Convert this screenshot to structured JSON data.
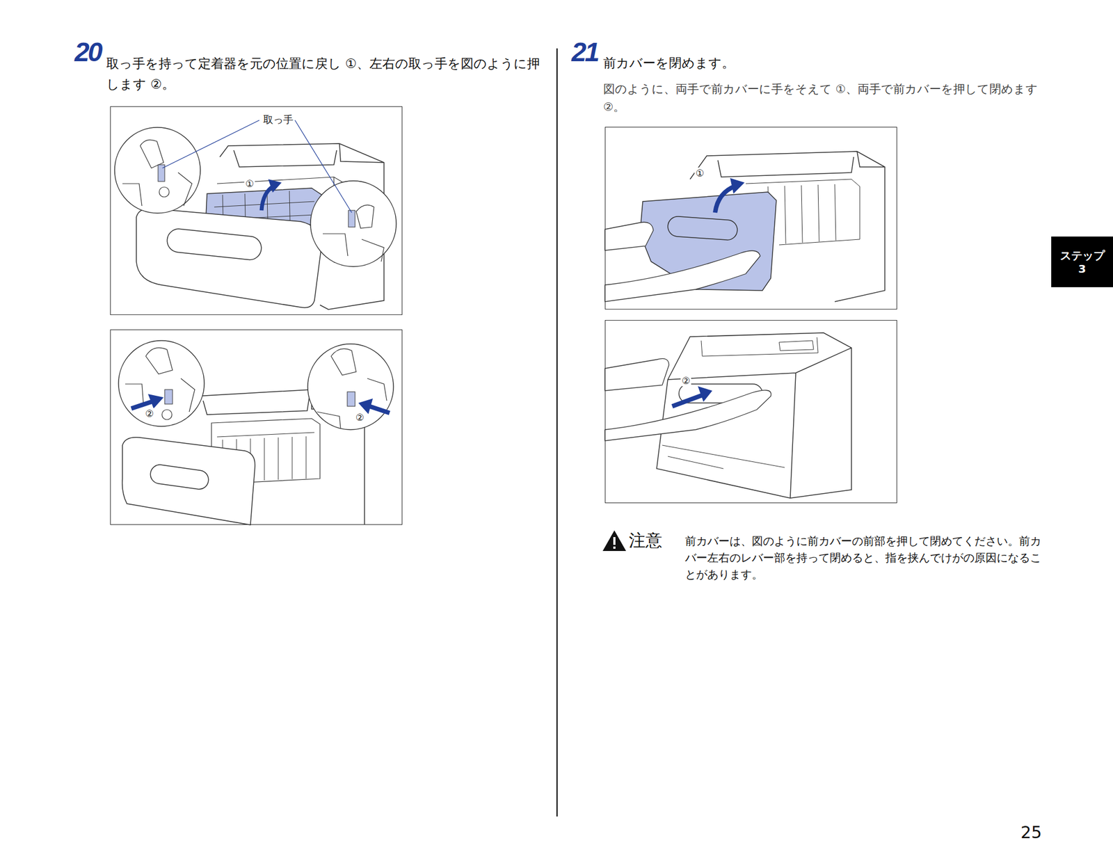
{
  "diagram": {
    "nodes": [
      {
        "text": [
          "取っ手",
          "①"
        ]
      },
      {
        "text": [
          "②",
          "②"
        ]
      },
      {
        "text": [
          "①"
        ]
      },
      {
        "text": [
          "②"
        ]
      },
      {
        "text": [
          "ステップ 3"
        ]
      }
    ],
    "labels": [
      "20",
      "取っ手を持って定着器を元の位置に戻し ①、左右の取っ手を図のように押します ②。",
      "21",
      "前カバーを閉めます。",
      "図のように、両手で前カバーに手をそえて ①、両手で前カバーを押して閉めます ②。",
      "注意",
      "前カバーは、図のように前カバーの前部を押して閉めてください。前カバー左右のレバー部を持って閉めると、指を挟んでけがの原因になることがあります。",
      "25"
    ]
  }
}
